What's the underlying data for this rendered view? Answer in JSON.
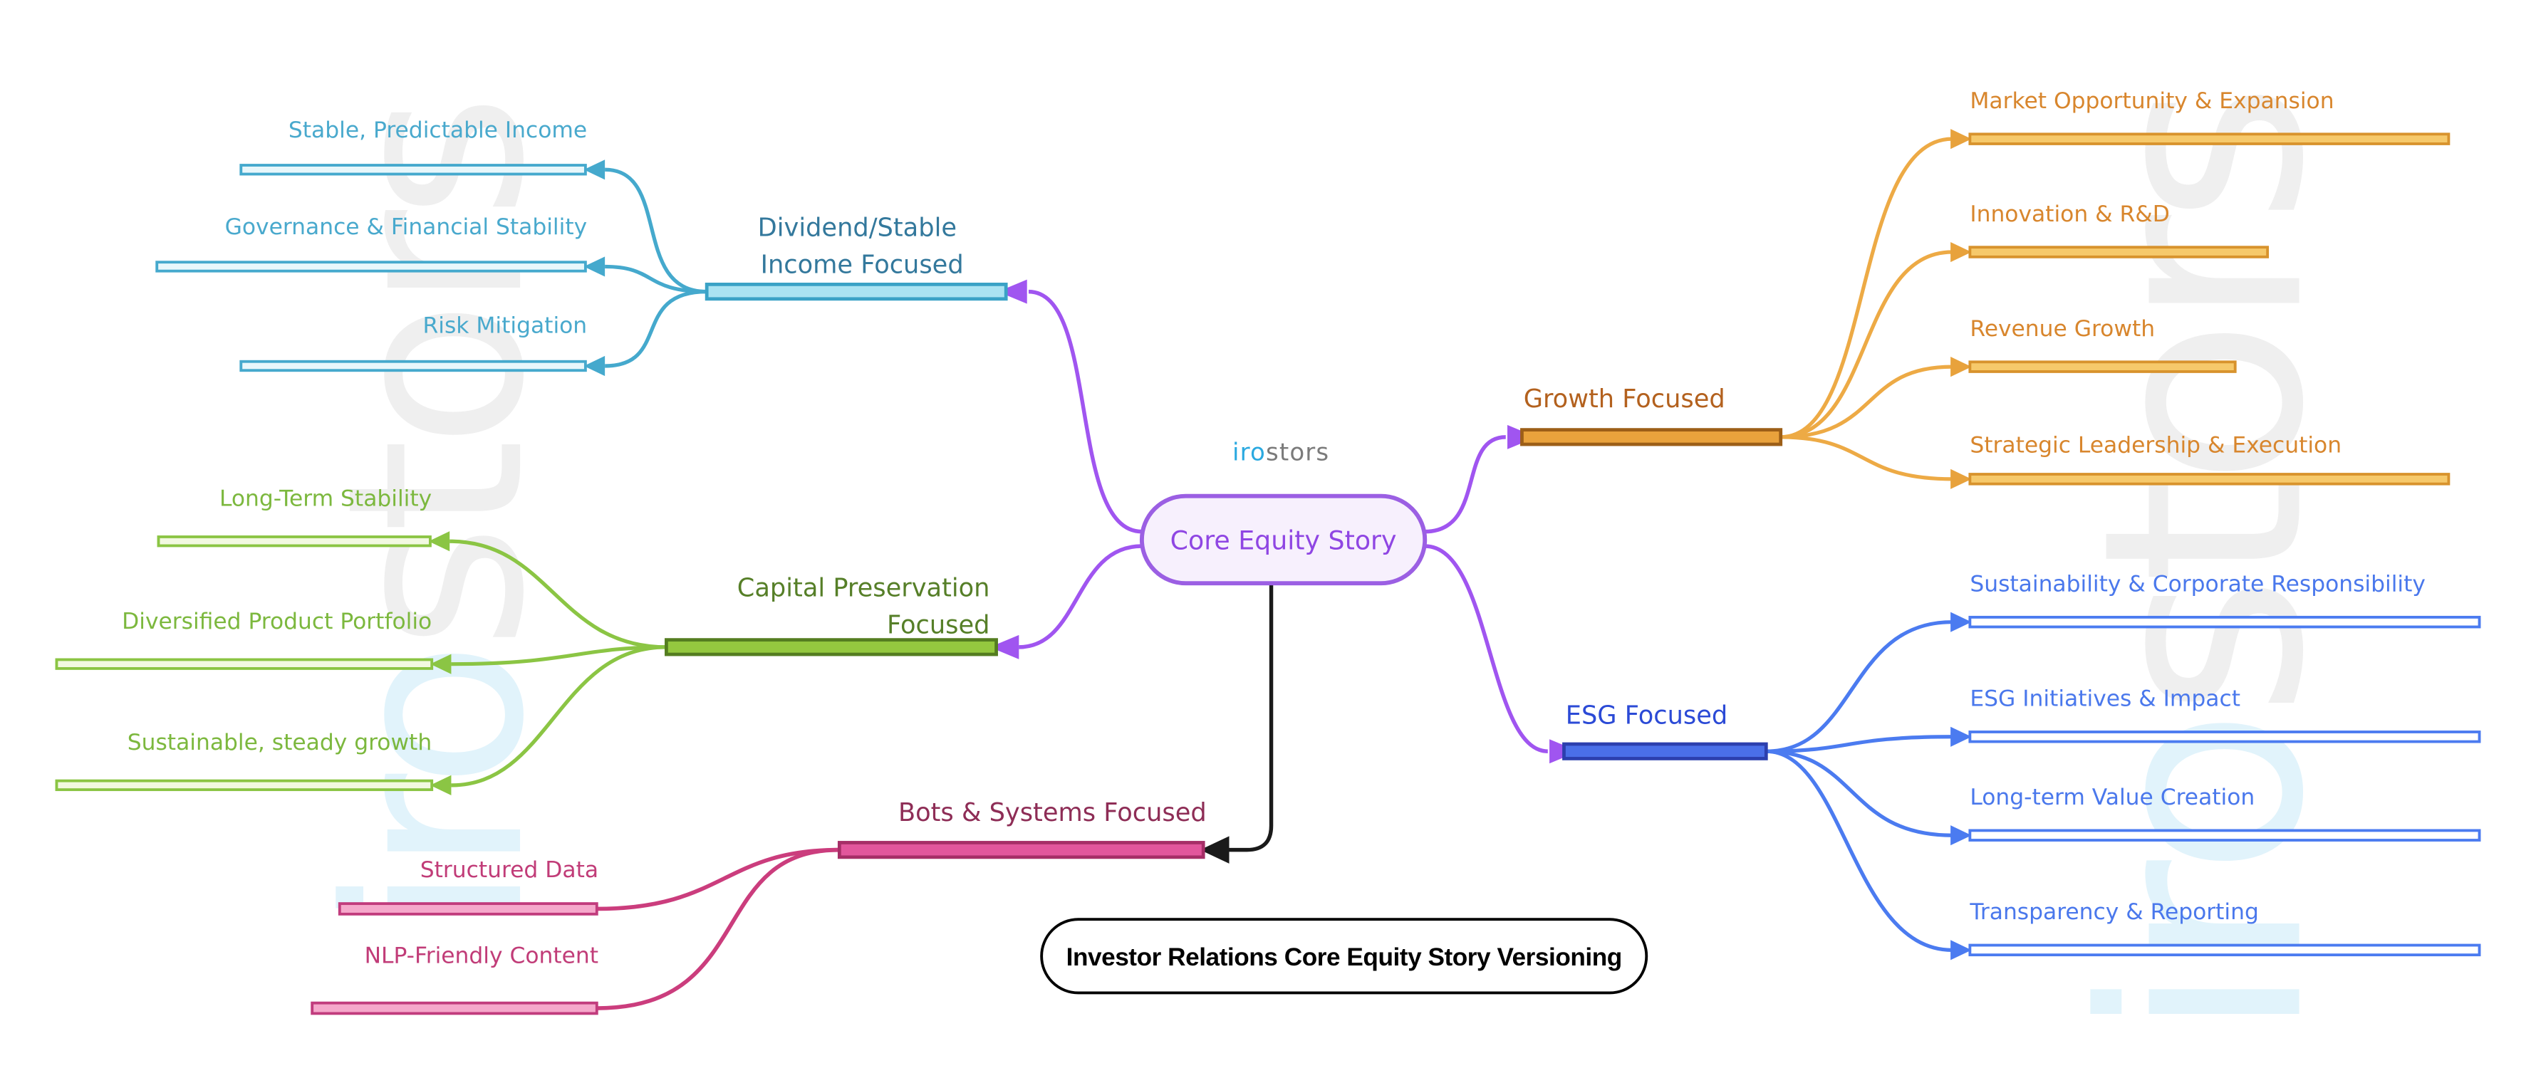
{
  "logo": {
    "prefix": "iro",
    "suffix": "stors"
  },
  "watermark": {
    "prefix": "iro",
    "suffix": "stors"
  },
  "center": {
    "label": "Core Equity Story"
  },
  "caption": {
    "label": "Investor Relations Core Equity Story Versioning"
  },
  "branches": [
    {
      "id": "dividend-stable-income",
      "label_lines": [
        "Dividend/Stable",
        "Income Focused"
      ],
      "side": "left",
      "color": "#45a9cd",
      "label_color": "#33789c",
      "child_label_color": "#49a9cd",
      "children": [
        "Stable, Predictable Income",
        "Governance & Financial Stability",
        "Risk Mitigation"
      ]
    },
    {
      "id": "capital-preservation",
      "label_lines": [
        "Capital Preservation",
        "Focused"
      ],
      "side": "left",
      "color": "#8bc544",
      "label_color": "#567f28",
      "child_label_color": "#7cb83e",
      "children": [
        "Long-Term Stability",
        "Diversified Product Portfolio",
        "Sustainable, steady growth"
      ]
    },
    {
      "id": "bots-systems",
      "label_lines": [
        "Bots & Systems Focused"
      ],
      "side": "left",
      "color": "#cb3d7d",
      "label_color": "#8e2d56",
      "child_label_color": "#c13c78",
      "children": [
        "Structured Data",
        "NLP-Friendly Content"
      ]
    },
    {
      "id": "growth",
      "label_lines": [
        "Growth Focused"
      ],
      "side": "right",
      "color": "#edaa45",
      "label_color": "#b3611e",
      "child_label_color": "#d8862d",
      "children": [
        "Market Opportunity & Expansion",
        "Innovation & R&D",
        "Revenue Growth",
        "Strategic Leadership & Execution"
      ]
    },
    {
      "id": "esg",
      "label_lines": [
        "ESG Focused"
      ],
      "side": "right",
      "color": "#4b7bf0",
      "label_color": "#2b4ad6",
      "child_label_color": "#4a78ec",
      "children": [
        "Sustainability & Corporate Responsibility",
        "ESG Initiatives & Impact",
        "Long-term Value Creation",
        "Transparency & Reporting"
      ]
    }
  ],
  "colors": {
    "center_border": "#9b5fe3",
    "center_fill": "#f7f0fd",
    "center_text": "#8f46e3",
    "center_edge": "#a055f0",
    "bots_connector": "#1a1a1a",
    "logo_blue": "#2aa9e0",
    "logo_gray": "#7b7b7b",
    "caption_border": "#000000",
    "watermark_gray": "#efefef",
    "watermark_blue": "#e1f3fb"
  }
}
